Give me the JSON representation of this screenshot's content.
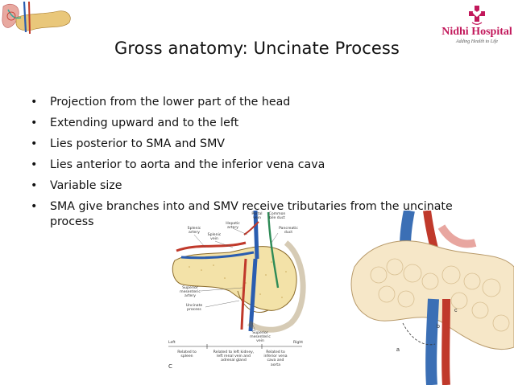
{
  "slide": {
    "title": "Gross anatomy: Uncinate Process",
    "bullets": [
      "Projection from the lower part of the head",
      "Extending upward and to the left",
      "Lies posterior to SMA and SMV",
      "Lies anterior to aorta and the inferior vena cava",
      "Variable size",
      "SMA give branches into and SMV receive tributaries from the uncinate process"
    ],
    "bullet_char": "•"
  },
  "logo": {
    "name": "Nidhi Hospital",
    "tagline": "Adding Health to Life",
    "icon": "cross-heart-icon",
    "color": "#c2185b"
  },
  "diagram": {
    "labels": {
      "portal_vein": "Portal vein",
      "common_bile_duct": "Common bile duct",
      "splenic_artery": "Splenic artery",
      "splenic_vein": "Splenic vein",
      "hepatic_artery": "Hepatic artery",
      "pancreatic_duct": "Pancreatic duct",
      "superior_mesenteric_artery": "Superior mesenteric artery",
      "uncinate_process": "Uncinate process",
      "superior_mesenteric_vein": "Superior mesenteric vein",
      "left": "Left",
      "right": "Right",
      "related_spleen": "Related to spleen",
      "related_kidney": "Related to left kidney, left renal vein and adrenal gland",
      "related_ivc": "Related to inferior vena cava and aorta",
      "panel": "C"
    }
  }
}
